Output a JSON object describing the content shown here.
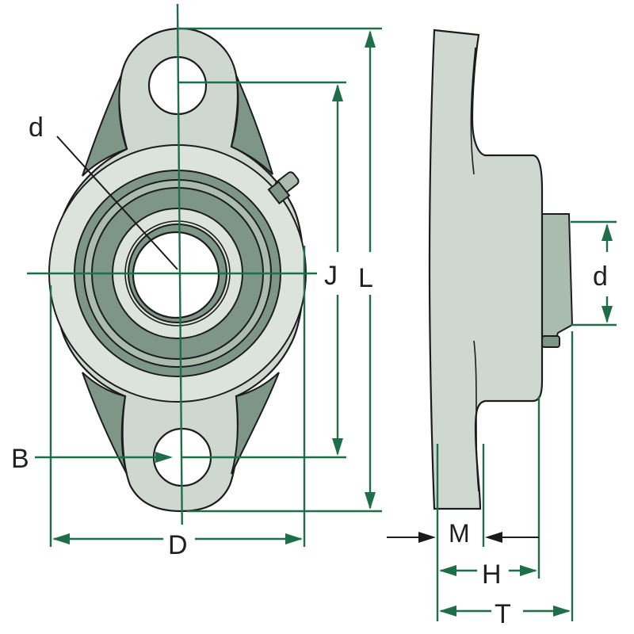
{
  "labels": {
    "d_front": "d",
    "J": "J",
    "L": "L",
    "B": "B",
    "D": "D",
    "d_side": "d",
    "M": "M",
    "H": "H",
    "T": "T"
  },
  "colors": {
    "dimension_line": "#1e6e4a",
    "housing_light": "#cfd8d0",
    "housing_shadow": "#7e9688",
    "outline": "#1c1c1c"
  }
}
